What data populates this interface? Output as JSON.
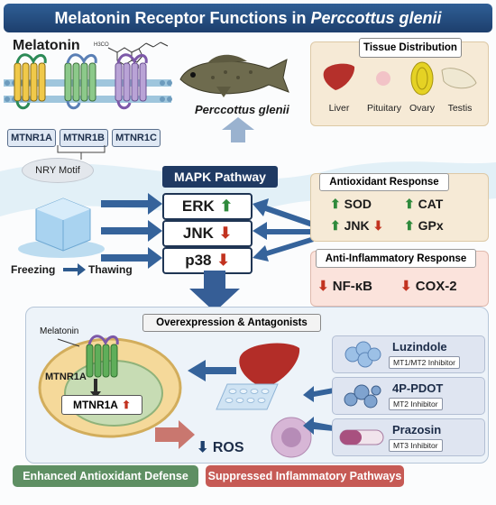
{
  "title": {
    "main": "Melatonin Receptor Functions in",
    "species": "Perccottus glenii"
  },
  "top_left": {
    "heading": "Melatonin",
    "receptors": [
      "MTNR1A",
      "MTNR1B",
      "MTNR1C"
    ],
    "motif": "NRY Motif"
  },
  "fish_caption": "Perccottus glenii",
  "tissue": {
    "heading": "Tissue Distribution",
    "items": [
      "Liver",
      "Pituitary",
      "Ovary",
      "Testis"
    ]
  },
  "mapk": {
    "heading": "MAPK Pathway",
    "items": [
      {
        "name": "ERK",
        "dir": "up"
      },
      {
        "name": "JNK",
        "dir": "down"
      },
      {
        "name": "p38",
        "dir": "down"
      }
    ]
  },
  "freeze": {
    "left": "Freezing",
    "right": "Thawing"
  },
  "antioxidant": {
    "heading": "Antioxidant Response",
    "items": [
      {
        "name": "SOD",
        "dir": "up"
      },
      {
        "name": "CAT",
        "dir": "up"
      },
      {
        "name": "JNK",
        "dir": "up",
        "second": "down"
      },
      {
        "name": "GPx",
        "dir": "up"
      }
    ]
  },
  "inflammatory": {
    "heading": "Anti-Inflammatory Response",
    "items": [
      {
        "name": "NF-κB",
        "dir": "down"
      },
      {
        "name": "COX-2",
        "dir": "down"
      }
    ]
  },
  "lower": {
    "heading": "Overexpression & Antagonists",
    "melatonin": "Melatonin",
    "receptor": "MTNR1A",
    "receptor_box": "MTNR1A",
    "ros": "ROS"
  },
  "inhibitors": [
    {
      "name": "Luzindole",
      "tag": "MT1/MT2 Inhibitor"
    },
    {
      "name": "4P-PDOT",
      "tag": "MT2 Inhibitor"
    },
    {
      "name": "Prazosin",
      "tag": "MT3 Inhibitor"
    }
  ],
  "footer": {
    "left": "Enhanced Antioxidant Defense",
    "right": "Suppressed Inflammatory Pathways"
  },
  "colors": {
    "navy": "#1d3f6d",
    "up_green": "#2f8a3c",
    "down_red": "#c2321f",
    "green_footer": "#5e8f63",
    "red_footer": "#c65a55",
    "panel_tan": "#f6ead6"
  },
  "arrows": {
    "up": "🡅",
    "down": "🡇"
  }
}
